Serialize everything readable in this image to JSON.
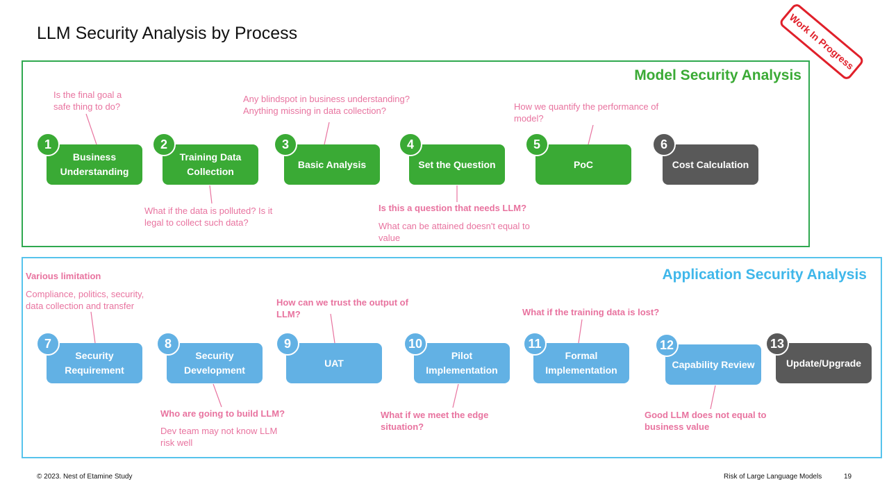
{
  "title": "LLM Security Analysis by Process",
  "stamp": "Work In Progress",
  "model_panel": {
    "title": "Model Security Analysis",
    "steps": [
      {
        "num": "1",
        "label": "Business Understanding"
      },
      {
        "num": "2",
        "label": "Training Data Collection"
      },
      {
        "num": "3",
        "label": "Basic Analysis"
      },
      {
        "num": "4",
        "label": "Set the Question"
      },
      {
        "num": "5",
        "label": "PoC"
      },
      {
        "num": "6",
        "label": "Cost Calculation"
      }
    ],
    "notes": {
      "n1": "Is the final goal a safe thing to do?",
      "n3": "Any blindspot in business understanding? Anything missing in data collection?",
      "n5": "How we quantify the performance of model?",
      "n2": "What if the data is polluted?  Is it legal to collect such data?",
      "n4_head": "Is this a question that needs LLM?",
      "n4_body": "What can be attained doesn't equal to value"
    }
  },
  "app_panel": {
    "title": "Application Security Analysis",
    "steps": [
      {
        "num": "7",
        "label": "Security Requirement"
      },
      {
        "num": "8",
        "label": "Security Development"
      },
      {
        "num": "9",
        "label": "UAT"
      },
      {
        "num": "10",
        "label": "Pilot Implementation"
      },
      {
        "num": "11",
        "label": "Formal Implementation"
      },
      {
        "num": "12",
        "label": "Capability Review"
      },
      {
        "num": "13",
        "label": "Update/Upgrade"
      }
    ],
    "notes": {
      "n7_head": "Various limitation",
      "n7_body": "Compliance, politics, security, data collection and transfer",
      "n9": "How can we trust the output of LLM?",
      "n11": "What if the training data is lost?",
      "n8_head": "Who are going to build LLM?",
      "n8_body": "Dev team may not know LLM risk well",
      "n10": "What if we meet the edge situation?",
      "n12": "Good LLM does not equal to business value"
    }
  },
  "footer": {
    "copyright": "© 2023. Nest of Etamine Study",
    "deck": "Risk of Large Language Models",
    "page": "19"
  },
  "colors": {
    "green": "#3aaa35",
    "blue": "#62b1e4",
    "dark": "#595959",
    "note_pink": "#e8739f",
    "stamp_red": "#e0202a"
  }
}
